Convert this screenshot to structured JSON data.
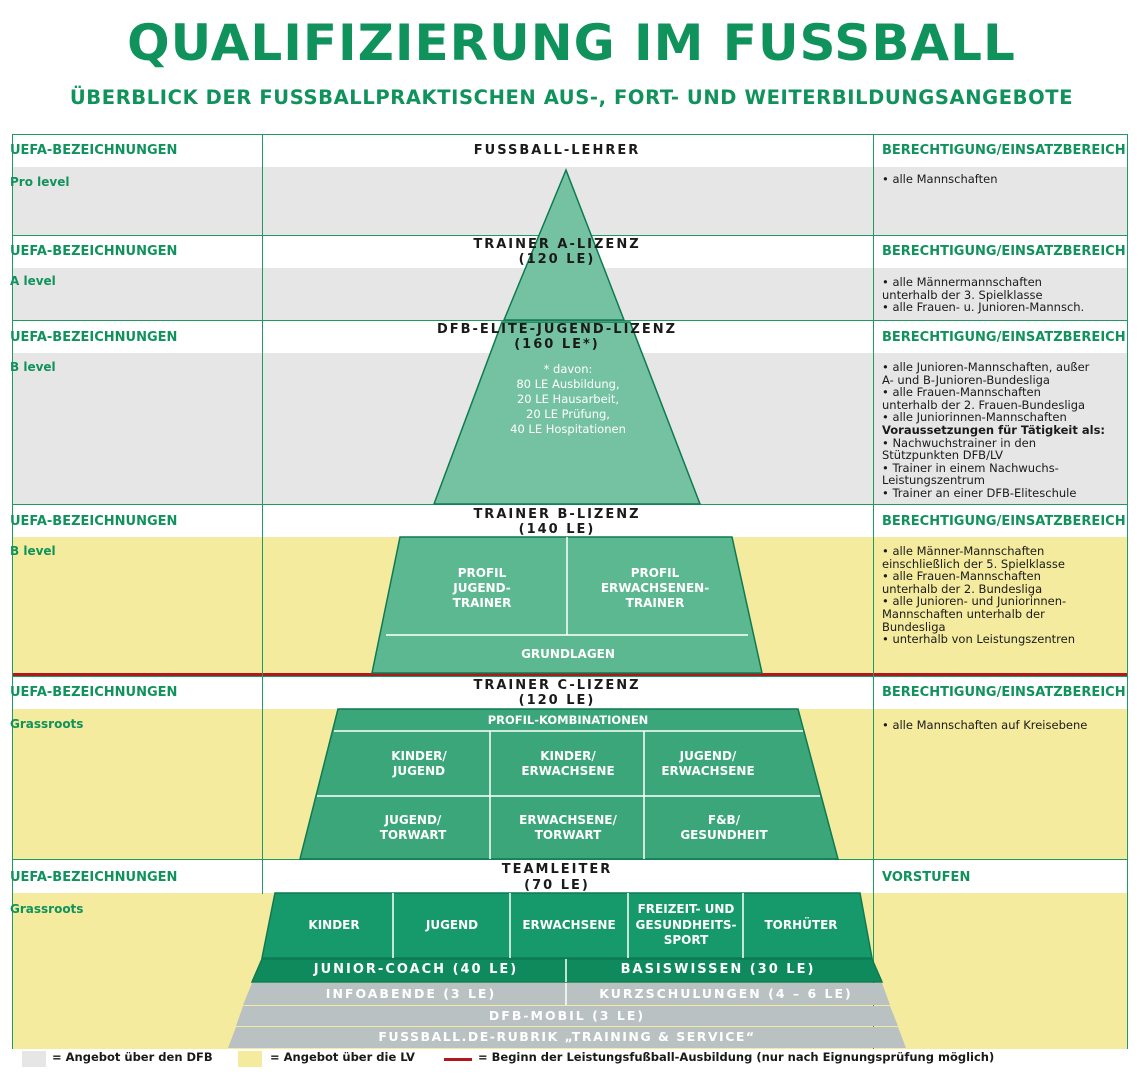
{
  "title": "QUALIFIZIERUNG IM FUSSBALL",
  "subtitle": "ÜBERBLICK DER FUSSBALLPRAKTISCHEN AUS-, FORT- UND WEITERBILDUNGSANGEBOTE",
  "levels": [
    {
      "uefa_label": "UEFA-BEZEICHNUNGEN",
      "name": "FUSSBALL-LEHRER",
      "sub": "",
      "right_label": "BERECHTIGUNG/EINSATZBEREICH",
      "level": "Pro level",
      "rights": [
        "• alle Mannschaften"
      ]
    },
    {
      "uefa_label": "UEFA-BEZEICHNUNGEN",
      "name": "TRAINER A-LIZENZ",
      "sub": "(120 LE)",
      "right_label": "BERECHTIGUNG/EINSATZBEREICH",
      "level": "A level",
      "rights": [
        "• alle Männermannschaften",
        "  unterhalb der 3. Spielklasse",
        "• alle Frauen- u. Junioren-Mannsch."
      ]
    },
    {
      "uefa_label": "UEFA-BEZEICHNUNGEN",
      "name": "DFB-ELITE-JUGEND-LIZENZ",
      "sub": "(160 LE*)",
      "right_label": "BERECHTIGUNG/EINSATZBEREICH",
      "level": "B level",
      "note": [
        "* davon:",
        "80 LE Ausbildung,",
        "20 LE Hausarbeit,",
        "20 LE Prüfung,",
        "40 LE Hospitationen"
      ],
      "rights": [
        "• alle Junioren-Mannschaften, außer",
        "  A- und B-Junioren-Bundesliga",
        "• alle Frauen-Mannschaften",
        "  unterhalb der 2. Frauen-Bundesliga",
        "• alle Juniorinnen-Mannschaften"
      ],
      "req_title": "Voraussetzungen für Tätigkeit als:",
      "req": [
        "• Nachwuchstrainer in den",
        "  Stützpunkten DFB/LV",
        "• Trainer in einem Nachwuchs-",
        "  Leistungszentrum",
        "• Trainer an einer DFB-Eliteschule"
      ]
    },
    {
      "uefa_label": "UEFA-BEZEICHNUNGEN",
      "name": "TRAINER B-LIZENZ",
      "sub": "(140 LE)",
      "right_label": "BERECHTIGUNG/EINSATZBEREICH",
      "level": "B level",
      "profiles": [
        "PROFIL\nJUGEND-\nTRAINER",
        "PROFIL\nERWACHSENEN-\nTRAINER"
      ],
      "base": "GRUNDLAGEN",
      "rights": [
        "• alle Männer-Mannschaften",
        "  einschließlich der 5. Spielklasse",
        "• alle Frauen-Mannschaften",
        "  unterhalb der 2. Bundesliga",
        "• alle Junioren- und Juniorinnen-",
        "  Mannschaften unterhalb der",
        "  Bundesliga",
        "• unterhalb von Leistungszentren"
      ]
    },
    {
      "uefa_label": "UEFA-BEZEICHNUNGEN",
      "name": "TRAINER C-LIZENZ",
      "sub": "(120 LE)",
      "right_label": "BERECHTIGUNG/EINSATZBEREICH",
      "level": "Grassroots",
      "combo_title": "PROFIL-KOMBINATIONEN",
      "combos": [
        "KINDER/\nJUGEND",
        "KINDER/\nERWACHSENE",
        "JUGEND/\nERWACHSENE",
        "JUGEND/\nTORWART",
        "ERWACHSENE/\nTORWART",
        "F&B/\nGESUNDHEIT"
      ],
      "rights": [
        "• alle Mannschaften auf Kreisebene"
      ]
    },
    {
      "uefa_label": "UEFA-BEZEICHNUNGEN",
      "name": "TEAMLEITER",
      "sub": "(70 LE)",
      "right_label": "VORSTUFEN",
      "level": "Grassroots",
      "modules": [
        "KINDER",
        "JUGEND",
        "ERWACHSENE",
        "FREIZEIT- UND\nGESUNDHEITS-\nSPORT",
        "TORHÜTER"
      ],
      "junior": "JUNIOR-COACH (40 LE)",
      "basis": "BASISWISSEN (30 LE)",
      "info": "INFOABENDE (3 LE)",
      "kurz": "KURZSCHULUNGEN (4 – 6 LE)",
      "mobil": "DFB-MOBIL (3 LE)",
      "rubrik": "FUSSBALL.DE-RUBRIK „TRAINING & SERVICE“"
    }
  ],
  "legend": {
    "dfb": "= Angebot über den DFB",
    "lv": "= Angebot über die LV",
    "line": "= Beginn der Leistungsfußball-Ausbildung (nur nach Eignungsprüfung möglich)"
  },
  "colors": {
    "green": "#10925c",
    "pyramid_light": "#74c2a2",
    "pyramid_dark": "#169a6c",
    "gray_band": "#e6e6e6",
    "yellow_band": "#f4eb9e",
    "red_line": "#b0181d"
  }
}
